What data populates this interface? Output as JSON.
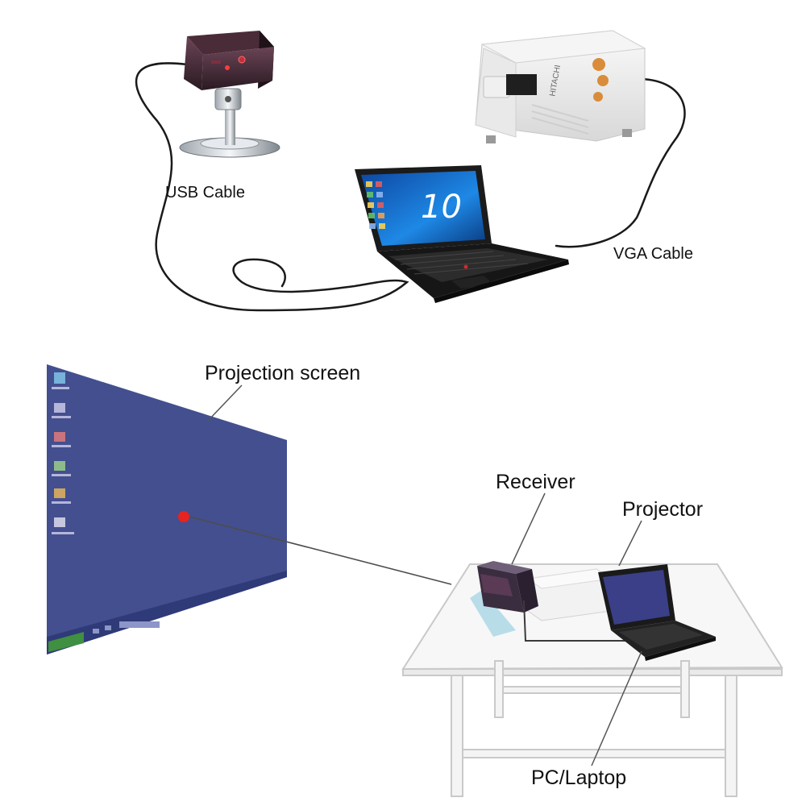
{
  "top_diagram": {
    "usb_cable_label": "USB Cable",
    "vga_cable_label": "VGA Cable",
    "laptop_screen_text": "10",
    "projector_brand": "HITACHI"
  },
  "bottom_diagram": {
    "projection_screen_label": "Projection screen",
    "receiver_label": "Receiver",
    "projector_label": "Projector",
    "pc_laptop_label": "PC/Laptop"
  },
  "colors": {
    "desktop_blue": "#434f8f",
    "laser_red": "#e8231f",
    "laptop_wallpaper": "#1565c0"
  }
}
